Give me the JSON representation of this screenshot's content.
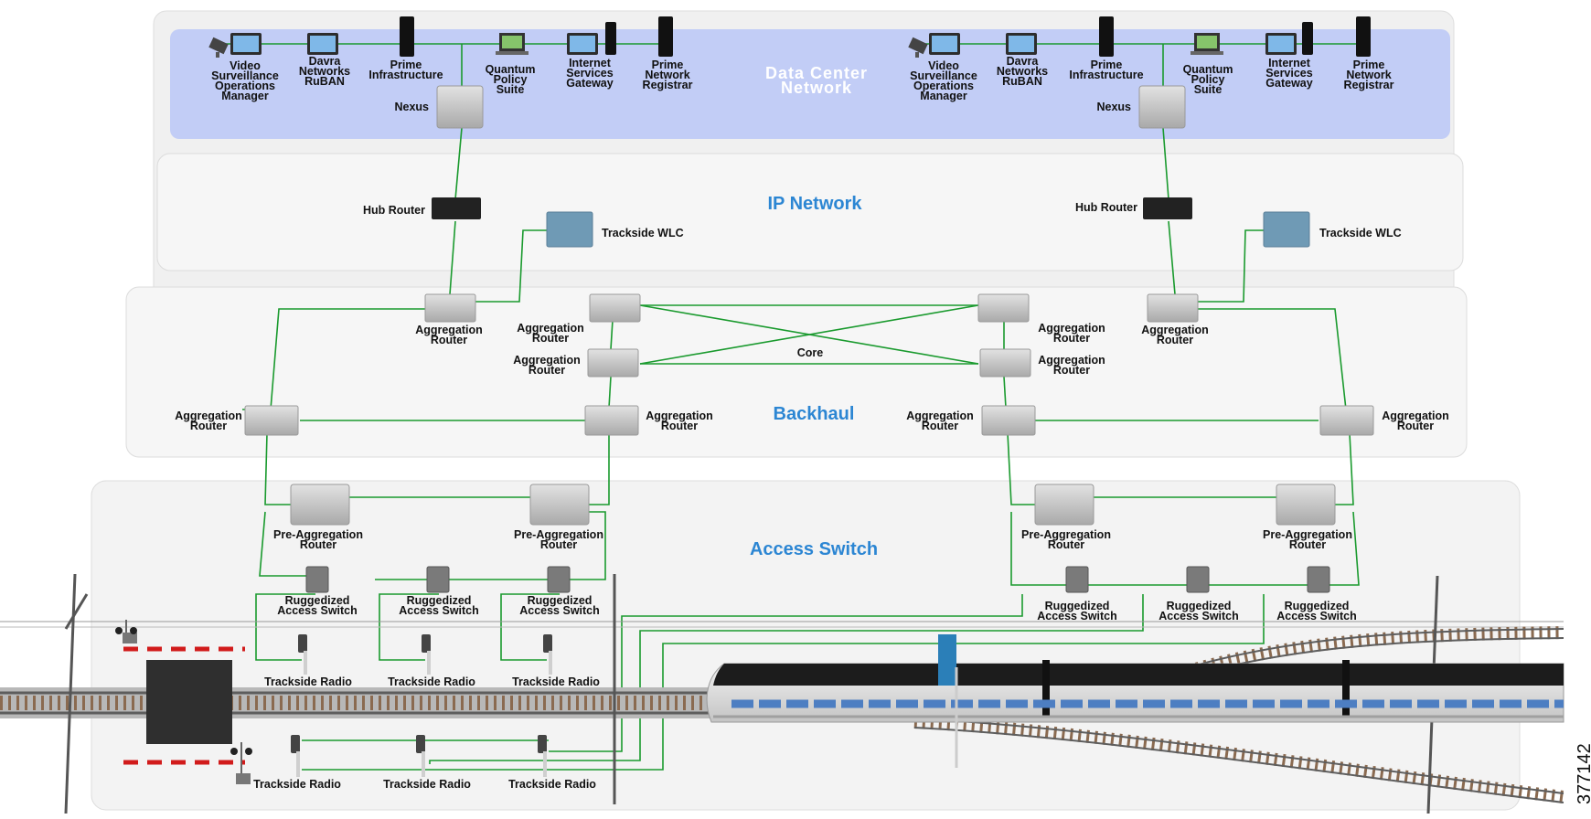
{
  "zones": {
    "data_center": "Data Center\nNetwork",
    "ip_network": "IP Network",
    "backhaul": "Backhaul",
    "access_switch": "Access Switch"
  },
  "dc_apps": {
    "video": "Video\nSurveillance\nOperations\nManager",
    "davra": "Davra\nNetworks\nRuBAN",
    "prime_infra": "Prime\nInfrastructure",
    "quantum": "Quantum\nPolicy\nSuite",
    "isg": "Internet\nServices\nGateway",
    "pnr": "Prime\nNetwork\nRegistrar"
  },
  "devices": {
    "nexus": "Nexus",
    "hub_router": "Hub Router",
    "trackside_wlc": "Trackside WLC",
    "aggregation_router": "Aggregation\nRouter",
    "core": "Core",
    "pre_aggregation_router": "Pre-Aggregation\nRouter",
    "ruggedized_access_switch": "Ruggedized\nAccess Switch",
    "trackside_radio": "Trackside Radio"
  },
  "figure_id": "377142",
  "colors": {
    "link": "#1a9a2e",
    "zone_panel": "#ececec",
    "dc_band": "#c2cdf6",
    "zone_title": "#2c86d3",
    "router": "#c9c9c9",
    "hub": "#222222",
    "wlc": "#6f9ab5",
    "train_body": "#e2e2e2",
    "train_roof": "#1c1c1c",
    "barrier": "#d11b1b"
  }
}
